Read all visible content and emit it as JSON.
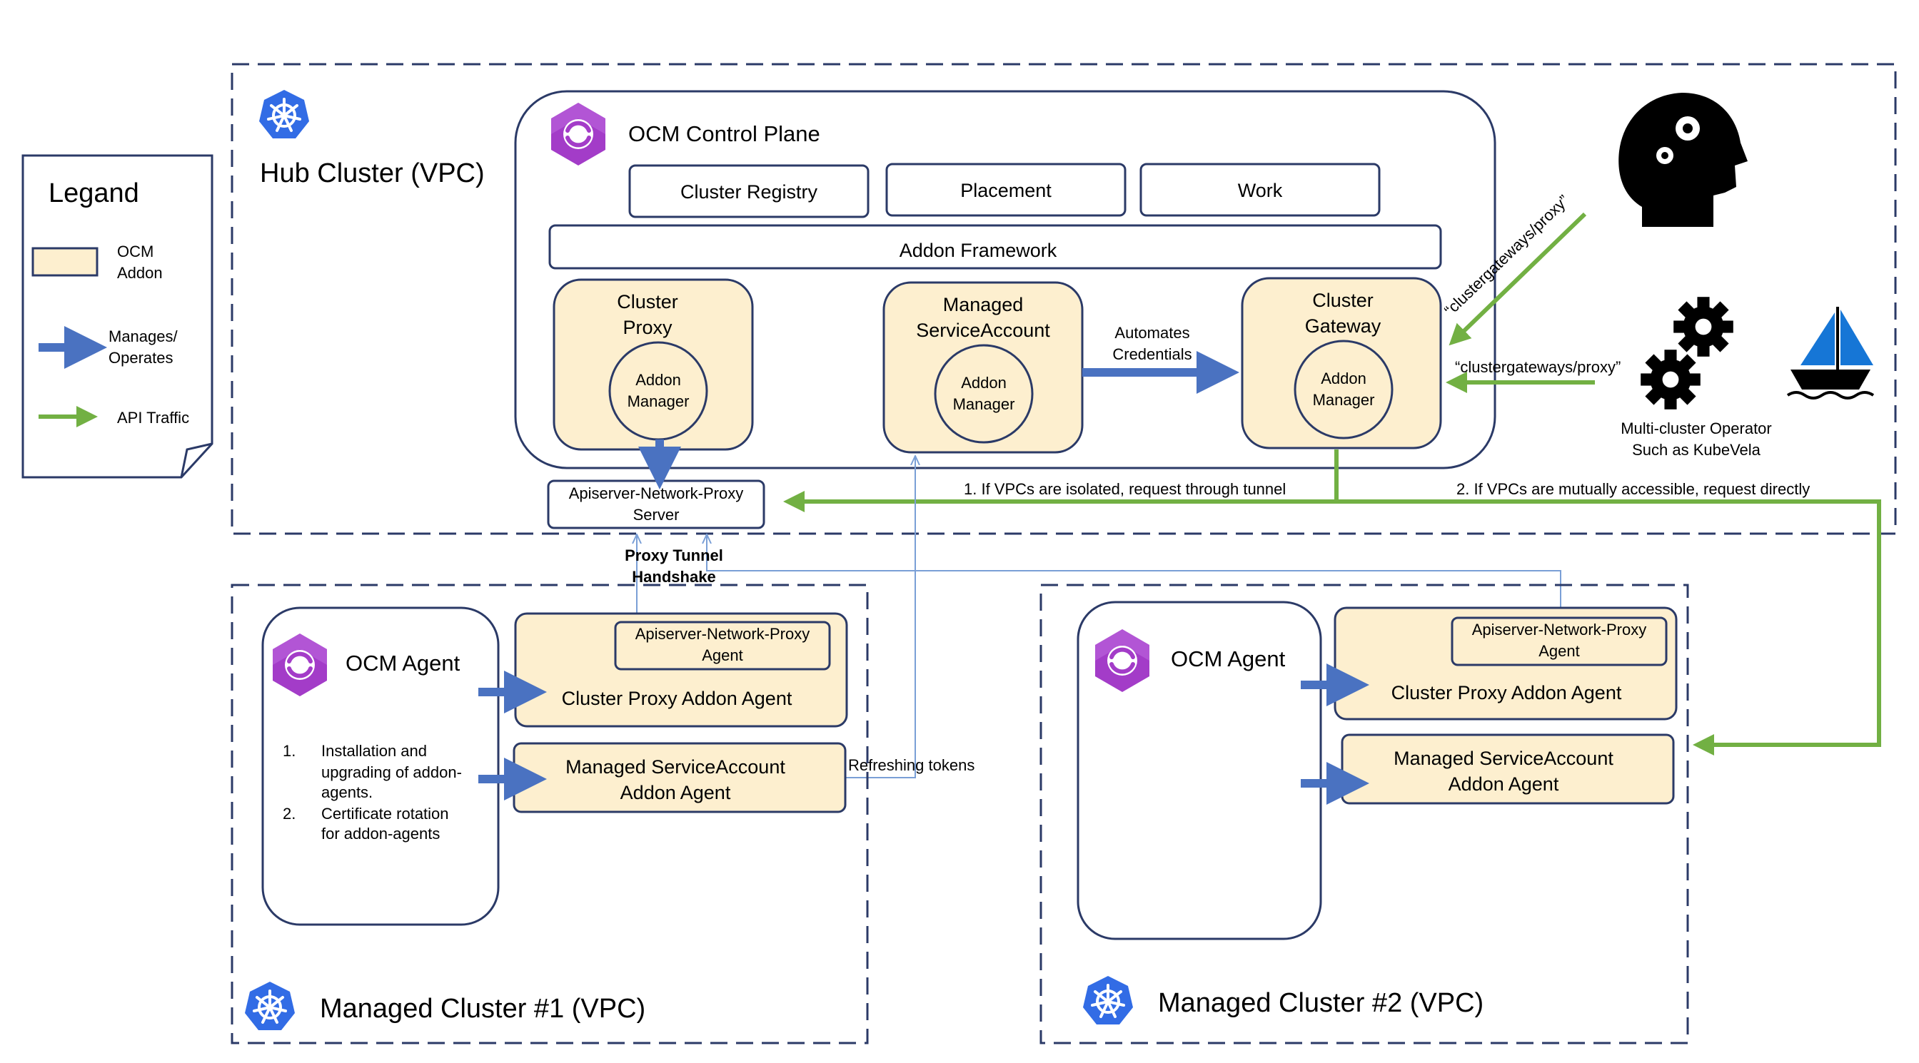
{
  "colors": {
    "addon_fill": "#fdefcf",
    "box_stroke": "#2b3a67",
    "manages_arrow": "#4a72c1",
    "api_traffic": "#72b043",
    "thin_line": "#7a9fd6",
    "k8s_blue": "#326ce5",
    "ocm_purple": "#a33cc8",
    "sail_blue": "#1676d6"
  },
  "legend": {
    "title": "Legand",
    "ocm_addon": [
      "OCM",
      "Addon"
    ],
    "manages": [
      "Manages/",
      "Operates"
    ],
    "api_traffic": "API Traffic"
  },
  "hub": {
    "title": "Hub Cluster (VPC)",
    "control_plane": "OCM Control Plane",
    "cluster_registry": "Cluster Registry",
    "placement": "Placement",
    "work": "Work",
    "addon_framework": "Addon Framework",
    "cluster_proxy": [
      "Cluster",
      "Proxy"
    ],
    "managed_sa": [
      "Managed",
      "ServiceAccount"
    ],
    "cluster_gateway": [
      "Cluster",
      "Gateway"
    ],
    "addon_manager": [
      "Addon",
      "Manager"
    ],
    "automates": [
      "Automates",
      "Credentials"
    ],
    "proxy_server": [
      "Apiserver-Network-Proxy",
      "Server"
    ]
  },
  "actors": {
    "admins": "Admins",
    "operator": [
      "Multi-cluster Operator",
      "Such as KubeVela"
    ],
    "path_label": "“clustergateways/proxy”"
  },
  "routes": {
    "isolated": "1. If VPCs are  isolated, request through tunnel",
    "direct": "2. If VPCs are  mutually accessible, request directly",
    "handshake": [
      "Proxy Tunnel",
      "Handshake"
    ],
    "refreshing": "Refreshing tokens"
  },
  "mc1": {
    "title": "Managed Cluster #1 (VPC)",
    "agent": "OCM Agent",
    "list": [
      {
        "num": "1.",
        "lines": [
          "Installation and",
          "upgrading of addon-",
          "agents."
        ]
      },
      {
        "num": "2.",
        "lines": [
          "Certificate rotation",
          "for addon-agents"
        ]
      }
    ],
    "proxy_agent": [
      "Apiserver-Network-Proxy",
      "Agent"
    ],
    "cluster_proxy_agent": "Cluster Proxy Addon Agent",
    "msa_agent": [
      "Managed ServiceAccount",
      "Addon Agent"
    ]
  },
  "mc2": {
    "title": "Managed Cluster #2 (VPC)",
    "agent": "OCM Agent",
    "proxy_agent": [
      "Apiserver-Network-Proxy",
      "Agent"
    ],
    "cluster_proxy_agent": "Cluster Proxy Addon Agent",
    "msa_agent": [
      "Managed ServiceAccount",
      "Addon Agent"
    ]
  }
}
